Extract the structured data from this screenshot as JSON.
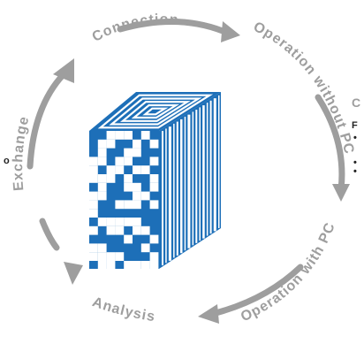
{
  "cycle": {
    "labels": [
      {
        "id": "connection",
        "text": "Connection"
      },
      {
        "id": "operation-without-pc",
        "text": "Operation without PC"
      },
      {
        "id": "operation-with-pc",
        "text": "Operation with PC"
      },
      {
        "id": "analysis",
        "text": "Analysis"
      },
      {
        "id": "exchange",
        "text": "Exchange"
      }
    ],
    "ring_color": "#9e9e9e",
    "label_color": "#9e9e9e"
  },
  "cube": {
    "icon": "data-matrix-cube-icon",
    "colors": {
      "blue": "#1d6fb8",
      "white": "#ffffff"
    }
  },
  "edge_fragments": {
    "right_letter": "C",
    "right_sub": "F",
    "left_letter": "o"
  }
}
